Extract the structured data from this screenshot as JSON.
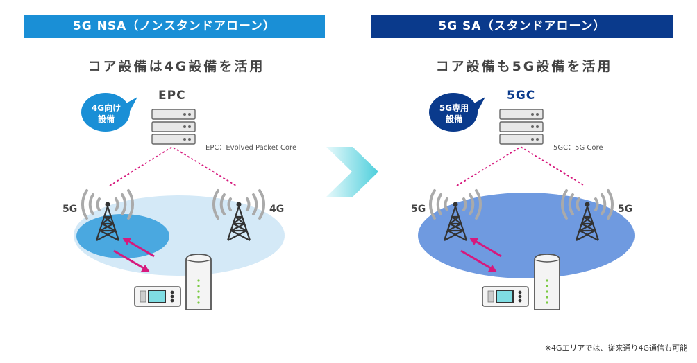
{
  "left": {
    "banner": "5G NSA（ノンスタンドアローン）",
    "headline": "コア設備は4G設備を活用",
    "core": "EPC",
    "core_note": "EPC：Evolved Packet Core",
    "bubble_line1": "4G向け",
    "bubble_line2": "設備",
    "band_left": "5G",
    "band_right": "4G"
  },
  "right": {
    "banner": "5G SA（スタンドアローン）",
    "headline": "コア設備も5G設備を活用",
    "core": "5GC",
    "core_note": "5GC：5G Core",
    "bubble_line1": "5G専用",
    "bubble_line2": "設備",
    "band_left": "5G",
    "band_right": "5G"
  },
  "footnote": "※4Gエリアでは、従来通り4G通信も可能",
  "colors": {
    "nsa_banner": "#1a8fd6",
    "sa_banner": "#0a3a8c",
    "nsa_area": "#d4e9f7",
    "nsa_5g_area": "#4aa8e0",
    "sa_area": "#6f9ae0",
    "link_line": "#d6197d",
    "arrow": "#7fdde3"
  },
  "icons": [
    "server-icon",
    "antenna-tower-icon",
    "mobile-router-icon",
    "home-router-icon",
    "transition-arrow-icon"
  ]
}
